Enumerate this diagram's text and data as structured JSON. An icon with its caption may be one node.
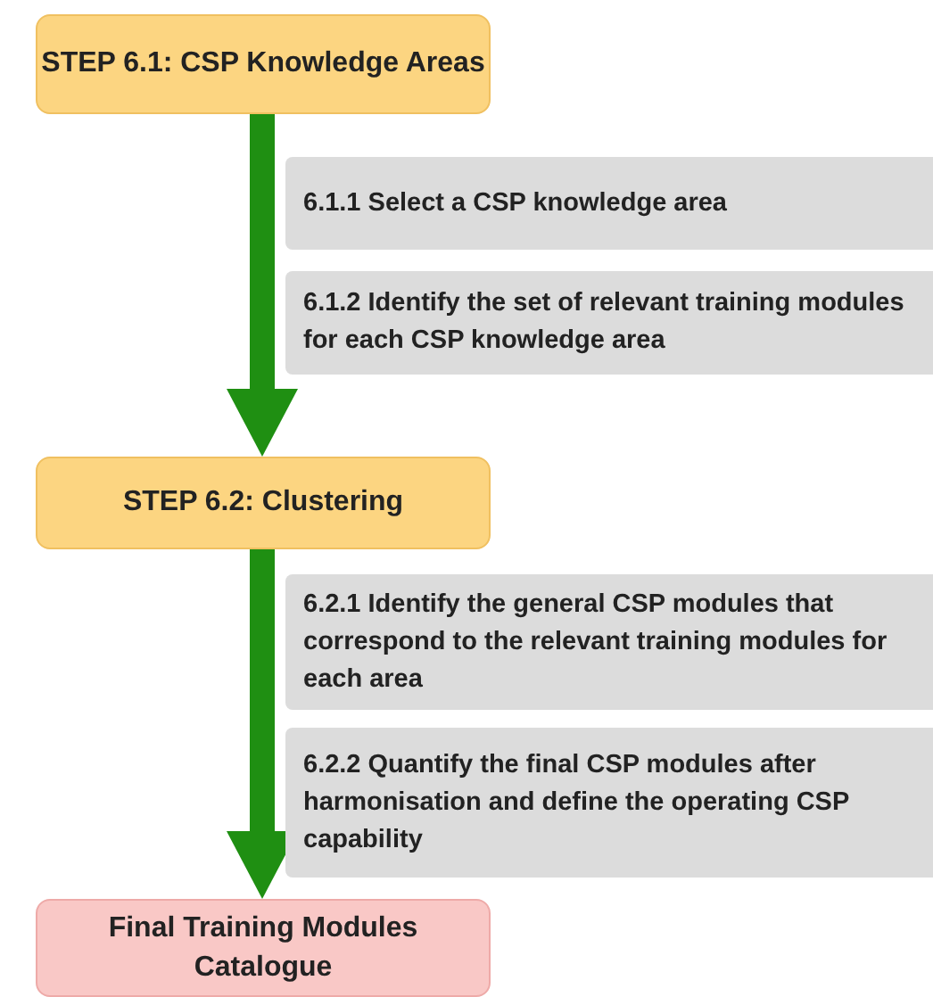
{
  "diagram": {
    "nodes": [
      {
        "text": [
          "STEP 6.1: CSP Knowledge Areas"
        ]
      },
      {
        "text": [
          "6.1.1 Select a CSP knowledge area"
        ]
      },
      {
        "text": [
          "6.1.2 Identify the set of relevant training modules for each CSP knowledge area"
        ]
      },
      {
        "text": [
          "STEP 6.2: Clustering"
        ]
      },
      {
        "text": [
          "6.2.1 Identify the general CSP modules that correspond to the relevant training modules for each area"
        ]
      },
      {
        "text": [
          "6.2.2 Quantify the final CSP modules after harmonisation and define the operating CSP capability"
        ]
      },
      {
        "text": [
          "Final Training Modules Catalogue"
        ]
      }
    ],
    "edges": [
      {
        "from": 0,
        "to": 3,
        "arrow": "to"
      },
      {
        "from": 3,
        "to": 6,
        "arrow": "to"
      }
    ]
  }
}
